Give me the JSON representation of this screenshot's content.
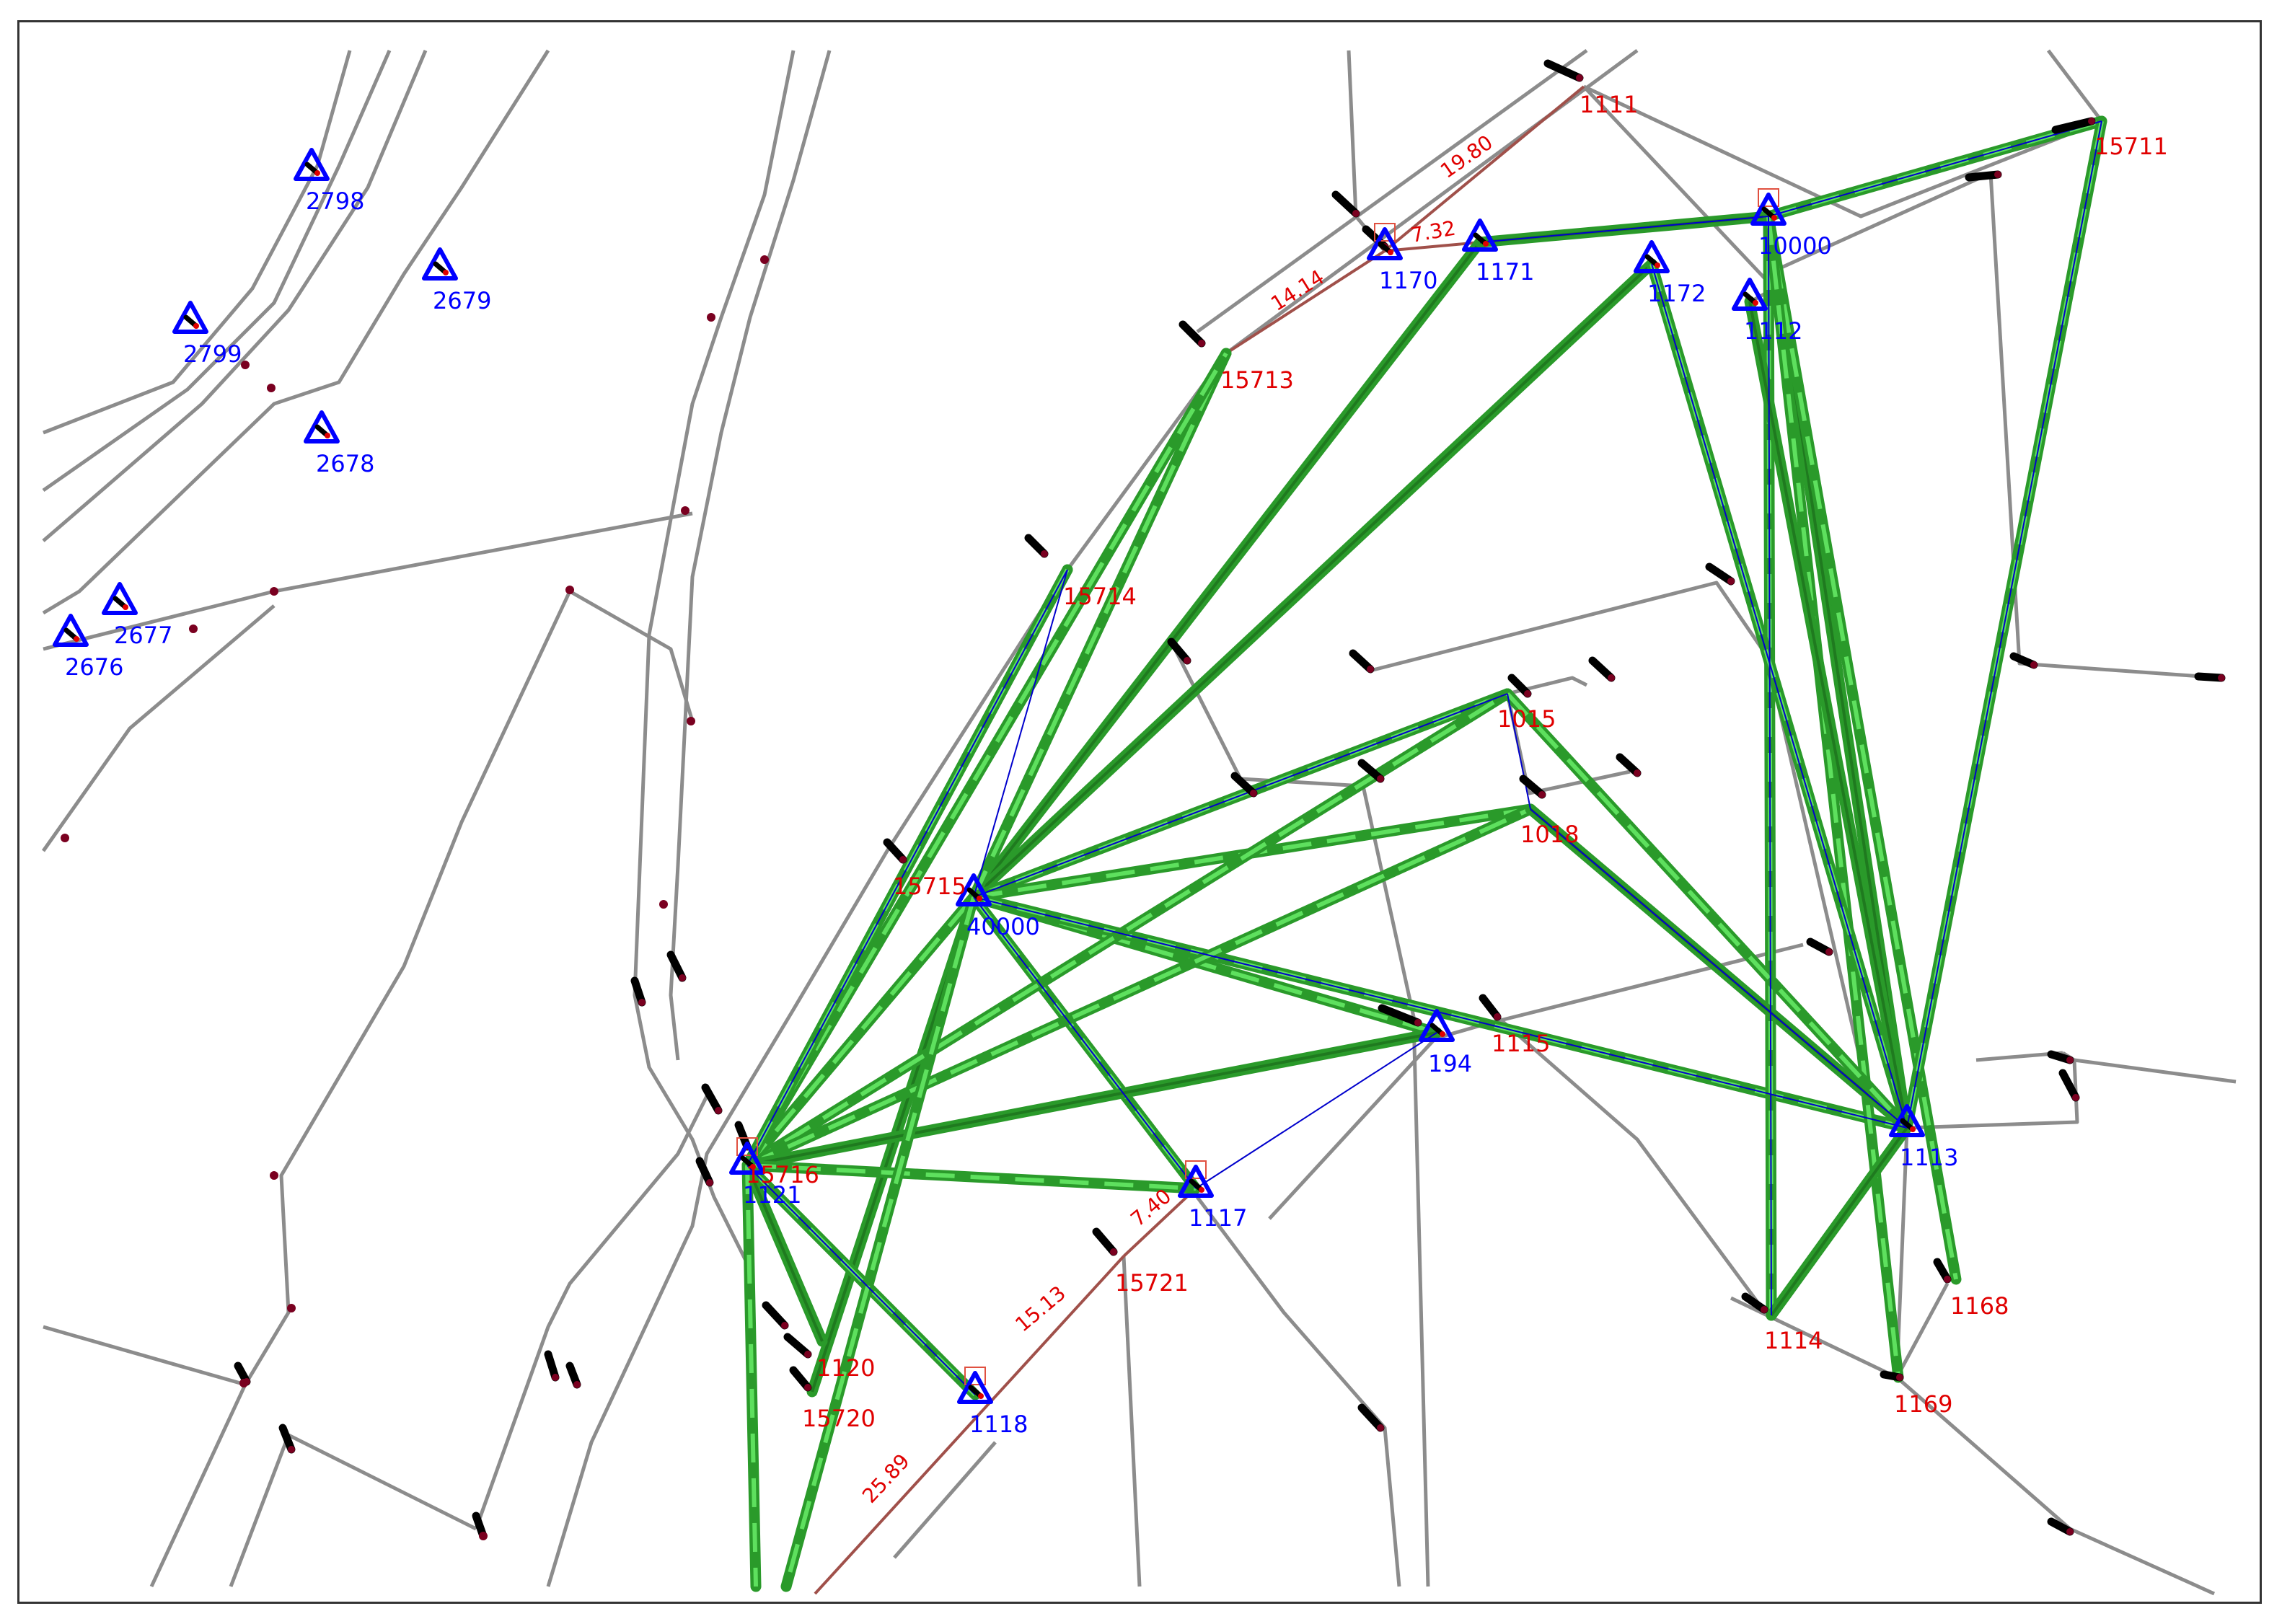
{
  "colors": {
    "road": "#8c8c8c",
    "link": "#2a9a2a",
    "link_inner": "#1f7a1f",
    "link_dash": "#5ee05e",
    "blue_line": "#0000cc",
    "brown_line": "#a0504a",
    "station": "#0000ff",
    "label_red": "#e00000",
    "label_blue": "#0000ff",
    "arrow": "#000000",
    "dot": "#7a0020"
  },
  "stations": [
    {
      "id": "2798",
      "label": "2798"
    },
    {
      "id": "2799",
      "label": "2799"
    },
    {
      "id": "2679",
      "label": "2679"
    },
    {
      "id": "2678",
      "label": "2678"
    },
    {
      "id": "2677",
      "label": "2677"
    },
    {
      "id": "2676",
      "label": "2676"
    },
    {
      "id": "1170",
      "label": "1170"
    },
    {
      "id": "1171",
      "label": "1171"
    },
    {
      "id": "10000",
      "label": "10000"
    },
    {
      "id": "1172",
      "label": "1172"
    },
    {
      "id": "1112",
      "label": "1112"
    },
    {
      "id": "40000",
      "label": "40000"
    },
    {
      "id": "194",
      "label": "194"
    },
    {
      "id": "1121",
      "label": "1121"
    },
    {
      "id": "1117",
      "label": "1117"
    },
    {
      "id": "1118",
      "label": "1118"
    },
    {
      "id": "1113",
      "label": "1113"
    }
  ],
  "red_labels": [
    {
      "id": "1111",
      "label": "1111"
    },
    {
      "id": "15711",
      "label": "15711"
    },
    {
      "id": "15713",
      "label": "15713"
    },
    {
      "id": "15714",
      "label": "15714"
    },
    {
      "id": "1015",
      "label": "1015"
    },
    {
      "id": "1018",
      "label": "1018"
    },
    {
      "id": "15715",
      "label": "15715"
    },
    {
      "id": "1115",
      "label": "1115"
    },
    {
      "id": "15716",
      "label": "15716"
    },
    {
      "id": "15721",
      "label": "15721"
    },
    {
      "id": "1120",
      "label": "1120"
    },
    {
      "id": "15720",
      "label": "15720"
    },
    {
      "id": "1114",
      "label": "1114"
    },
    {
      "id": "1168",
      "label": "1168"
    },
    {
      "id": "1169",
      "label": "1169"
    }
  ],
  "distances": [
    {
      "id": "d1",
      "label": "19.80"
    },
    {
      "id": "d2",
      "label": "7.32"
    },
    {
      "id": "d3",
      "label": "14.14"
    },
    {
      "id": "d4",
      "label": "7.40"
    },
    {
      "id": "d5",
      "label": "15.13"
    },
    {
      "id": "d6",
      "label": "25.89"
    }
  ]
}
